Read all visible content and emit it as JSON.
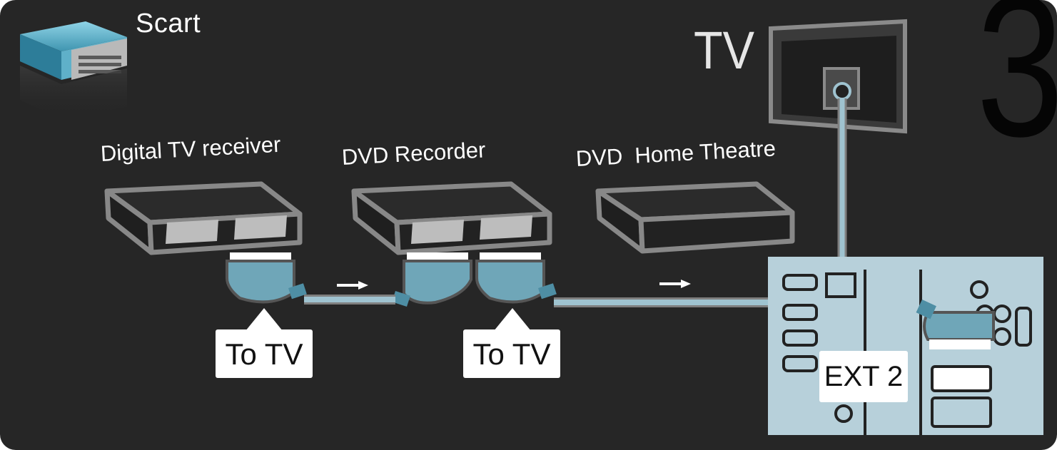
{
  "header": {
    "connector_label": "Scart",
    "tv_label": "TV",
    "step_number": "3"
  },
  "devices": [
    {
      "label": "Digital TV receiver"
    },
    {
      "label": "DVD Recorder"
    },
    {
      "label": "DVD  Home Theatre"
    }
  ],
  "callouts": {
    "to_tv_1": "To TV",
    "to_tv_2": "To TV",
    "tv_port": "EXT 2"
  },
  "colors": {
    "background": "#262626",
    "cable": "#9fc3d0",
    "connector_plug": "#6fa6b8",
    "tv_panel": "#b7d0da"
  },
  "icons": {
    "connector": "scart-connector-icon",
    "flow_arrow": "arrow-right-icon"
  }
}
